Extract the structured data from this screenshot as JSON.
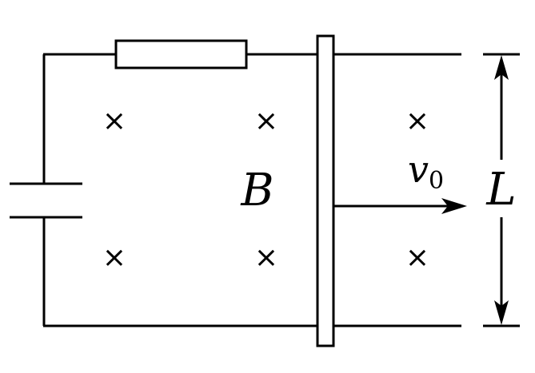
{
  "diagram": {
    "field_label": "B",
    "velocity_label": "v",
    "velocity_subscript": "0",
    "length_label": "L",
    "field_marks": [
      "×",
      "×",
      "×",
      "×",
      "×",
      "×"
    ],
    "colors": {
      "stroke": "#000000",
      "background": "#ffffff"
    }
  }
}
